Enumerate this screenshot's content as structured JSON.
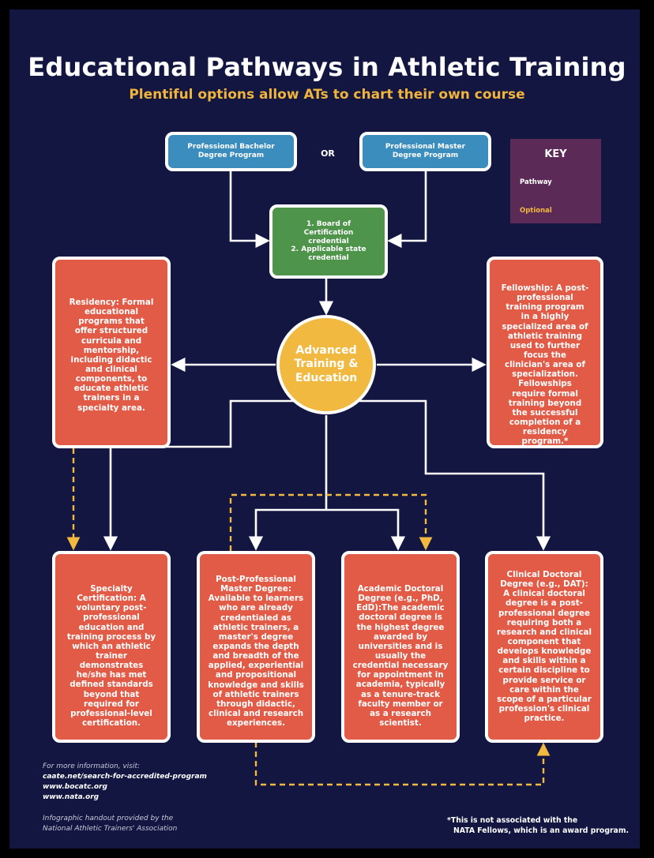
{
  "title": "Educational Pathways in Athletic Training",
  "subtitle": "Plentiful options allow ATs to chart their own course",
  "or_label": "OR",
  "key": {
    "title": "KEY",
    "pathway": "Pathway",
    "optional": "Optional"
  },
  "nodes": {
    "bachelor": "Professional Bachelor Degree Program",
    "master": "Professional Master Degree Program",
    "credential": "1. Board of Certification credential\n2. Applicable state credential",
    "center": "Advanced Training & Education",
    "residency": "Residency: Formal educational programs that offer structured curricula and mentorship, including didactic and clinical components, to educate athletic trainers in a specialty area.",
    "fellowship": "Fellowship: A post-professional training program in a highly specialized area of athletic training used to further focus the clinician's area of specialization. Fellowships require formal training beyond the successful completion of a residency program.*",
    "specialty": "Specialty Certification: A voluntary post-professional education and training process by which an athletic trainer demonstrates he/she has met defined standards beyond that required for professional-level certification.",
    "post_master": "Post-Professional Master Degree: Available to learners who are already credentialed as athletic trainers, a master's degree expands the depth and breadth of the applied, experiential and propositional knowledge and skills of athletic trainers through didactic, clinical and research experiences.",
    "academic_doctoral": "Academic Doctoral Degree (e.g., PhD, EdD):The academic doctoral degree is the highest degree awarded by universities and is usually the credential necessary for appointment in academia, typically as a tenure-track faculty member or as a research scientist.",
    "clinical_doctoral": "Clinical Doctoral Degree (e.g., DAT): A clinical doctoral degree is a post-professional degree requiring both a research and clinical component that develops knowledge and skills within a certain discipline to provide service or care within the scope of a particular profession's clinical practice."
  },
  "footer": {
    "intro": "For more information, visit:",
    "link1": "caate.net/search-for-accredited-program",
    "link2": "www.bocatc.org",
    "link3": "www.nata.org",
    "credit1": "Infographic handout provided by the",
    "credit2": "National Athletic Trainers' Association"
  },
  "note": {
    "line1": "*This is not associated with the",
    "line2": "NATA Fellows, which is an award program."
  },
  "colors": {
    "background": "#121641",
    "blue": "#3a8dbd",
    "green": "#4f944b",
    "red": "#e25b47",
    "gold": "#f1b93f",
    "key": "#5b2a56",
    "subtitle": "#f0b43c"
  }
}
